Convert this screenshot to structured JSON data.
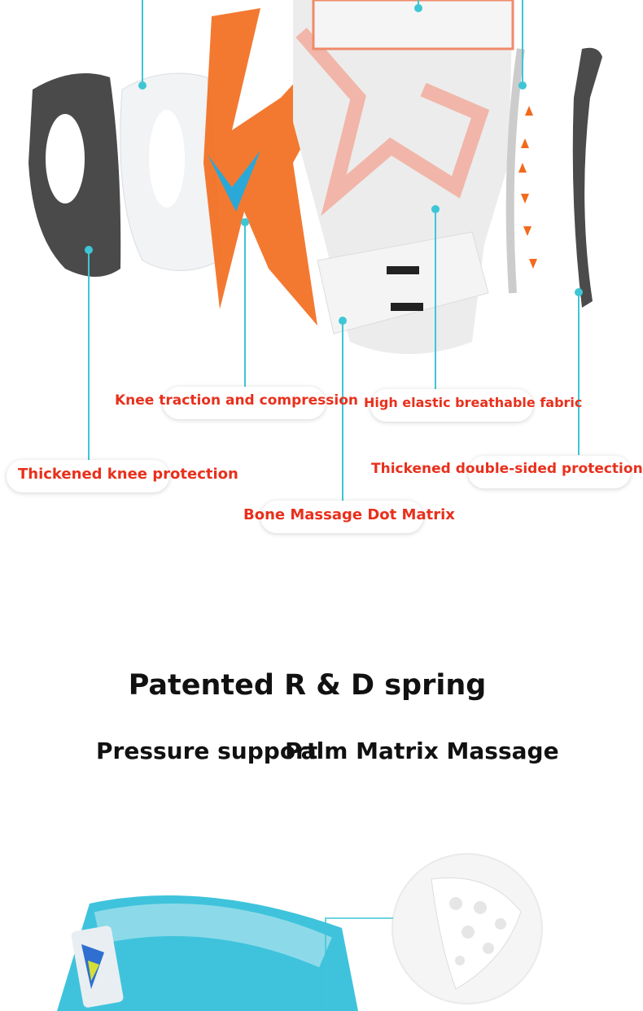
{
  "labels": {
    "knee_traction": "Knee traction and compression",
    "breathable_fabric": "High elastic breathable fabric",
    "thickened_knee": "Thickened knee protection",
    "double_sided": "Thickened double-sided protection",
    "bone_massage": "Bone Massage Dot Matrix"
  },
  "headings": {
    "spring": "Patented R & D spring",
    "pressure": "Pressure support",
    "palm": "Palm Matrix Massage"
  },
  "colors": {
    "accent": "#3ec6d6",
    "label": "#e8301c",
    "orange": "#f26a1b"
  }
}
